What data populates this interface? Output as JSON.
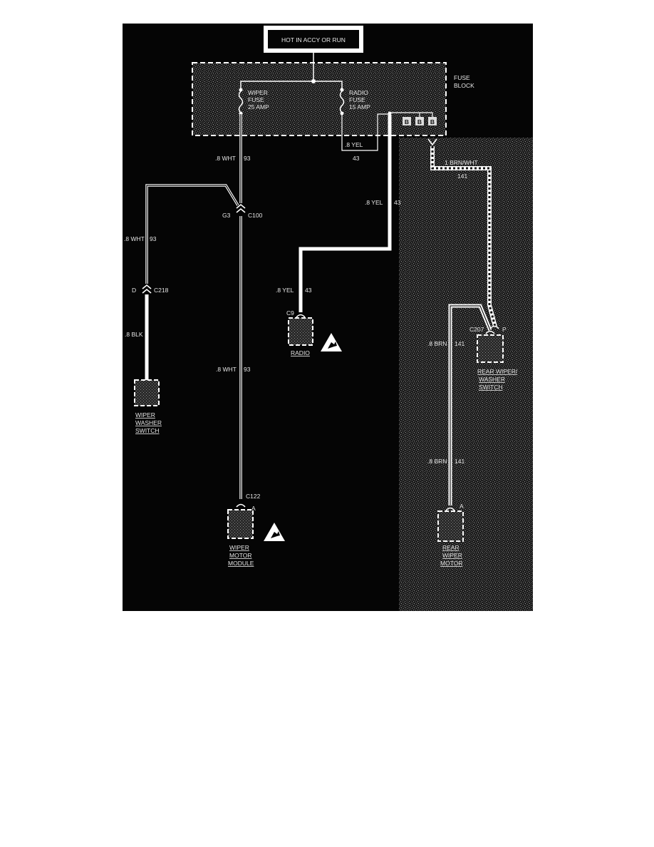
{
  "header": {
    "power_label": "HOT IN ACCY OR RUN"
  },
  "fuse_block": {
    "label_line1": "FUSE",
    "label_line2": "BLOCK",
    "wiper_fuse": [
      "WIPER",
      "FUSE",
      "25 AMP"
    ],
    "radio_fuse": [
      "RADIO",
      "FUSE",
      "15 AMP"
    ],
    "terminals": [
      "B",
      "B",
      "B"
    ]
  },
  "wires": {
    "wht_top": {
      "gauge": ".8 WHT",
      "circuit": "93"
    },
    "yel_fuse": {
      "gauge": ".8 YEL",
      "circuit": "43"
    },
    "brn_wht": {
      "gauge": "1 BRN/WHT",
      "circuit": "141"
    },
    "yel_mid": {
      "gauge": ".8 YEL",
      "circuit": "43"
    },
    "wht_left": {
      "gauge": ".8 WHT",
      "circuit": "93"
    },
    "yel_low": {
      "gauge": ".8 YEL",
      "circuit": "43"
    },
    "blk": {
      "gauge": ".8 BLK"
    },
    "wht_mid": {
      "gauge": ".8 WHT",
      "circuit": "93"
    },
    "brn_1": {
      "gauge": ".8 BRN",
      "circuit": "141"
    },
    "brn_2": {
      "gauge": ".8 BRN",
      "circuit": "141"
    }
  },
  "connectors": {
    "c100": {
      "pin": "G3",
      "name": "C100"
    },
    "c218": {
      "pin": "D",
      "name": "C218"
    },
    "c9": {
      "name": "C9"
    },
    "c207": {
      "name": "C207",
      "pin": "P"
    },
    "c122": {
      "name": "C122",
      "pin": "A"
    },
    "rear_motor": {
      "pin": "A"
    }
  },
  "components": {
    "radio": [
      "RADIO"
    ],
    "wiper_washer_switch": [
      "WIPER",
      "WASHER",
      "SWITCH"
    ],
    "rear_wiper_washer_switch": [
      "REAR WIPER/",
      "WASHER",
      "SWITCH"
    ],
    "wiper_motor_module": [
      "WIPER",
      "MOTOR",
      "MODULE"
    ],
    "rear_wiper_motor": [
      "REAR",
      "WIPER",
      "MOTOR"
    ]
  },
  "icons": [
    "esd-warning-icon",
    "esd-warning-icon"
  ],
  "colors": {
    "background": "#050505",
    "wire": "#ffffff",
    "text": "#e6e6e6"
  }
}
